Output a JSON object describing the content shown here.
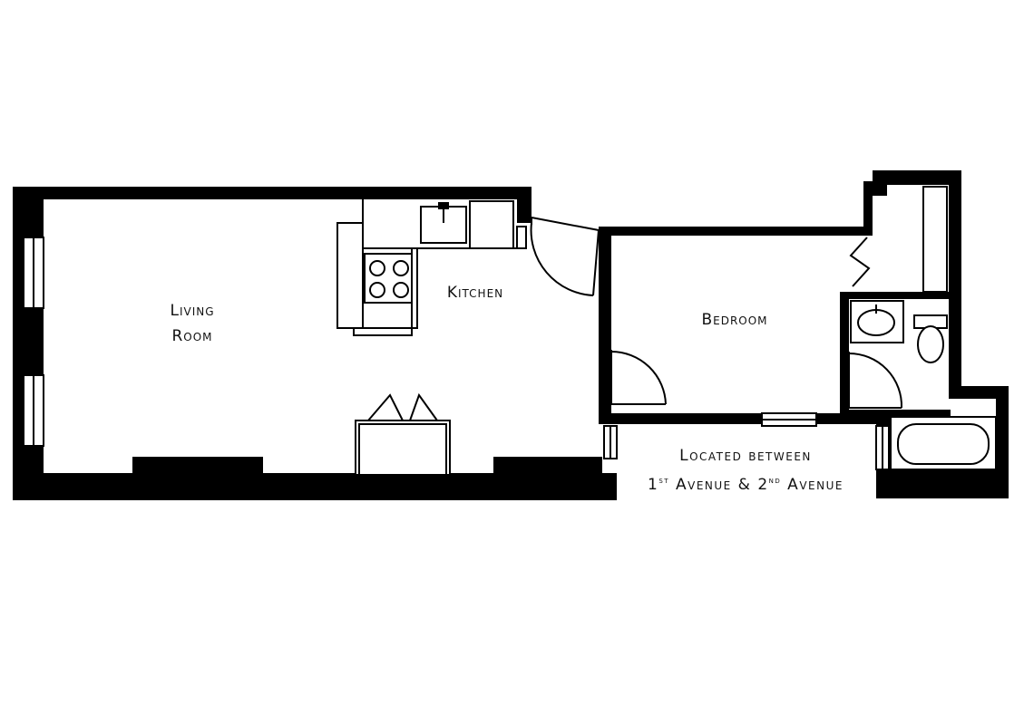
{
  "colors": {
    "wall": "#000000",
    "line": "#000000",
    "fixture_fill": "#ffffff",
    "text": "#111111",
    "background": "#ffffff"
  },
  "rooms": {
    "living": {
      "line1": "Living",
      "line2": "Room"
    },
    "kitchen": {
      "label": "Kitchen"
    },
    "bedroom": {
      "label": "Bedroom"
    }
  },
  "location_note": {
    "line1": "Located between",
    "line2_part1": "1",
    "line2_sup1": "st",
    "line2_part2": " Avenue & 2",
    "line2_sup2": "nd",
    "line2_part3": " Avenue"
  },
  "icons": {
    "sink": "sink-icon",
    "stove": "stove-icon",
    "refrigerator": "refrigerator-icon",
    "door": "door-swing-icon",
    "window": "window-icon",
    "closet": "closet-bifold-door-icon",
    "toilet": "toilet-icon",
    "bathtub": "bathtub-icon"
  }
}
